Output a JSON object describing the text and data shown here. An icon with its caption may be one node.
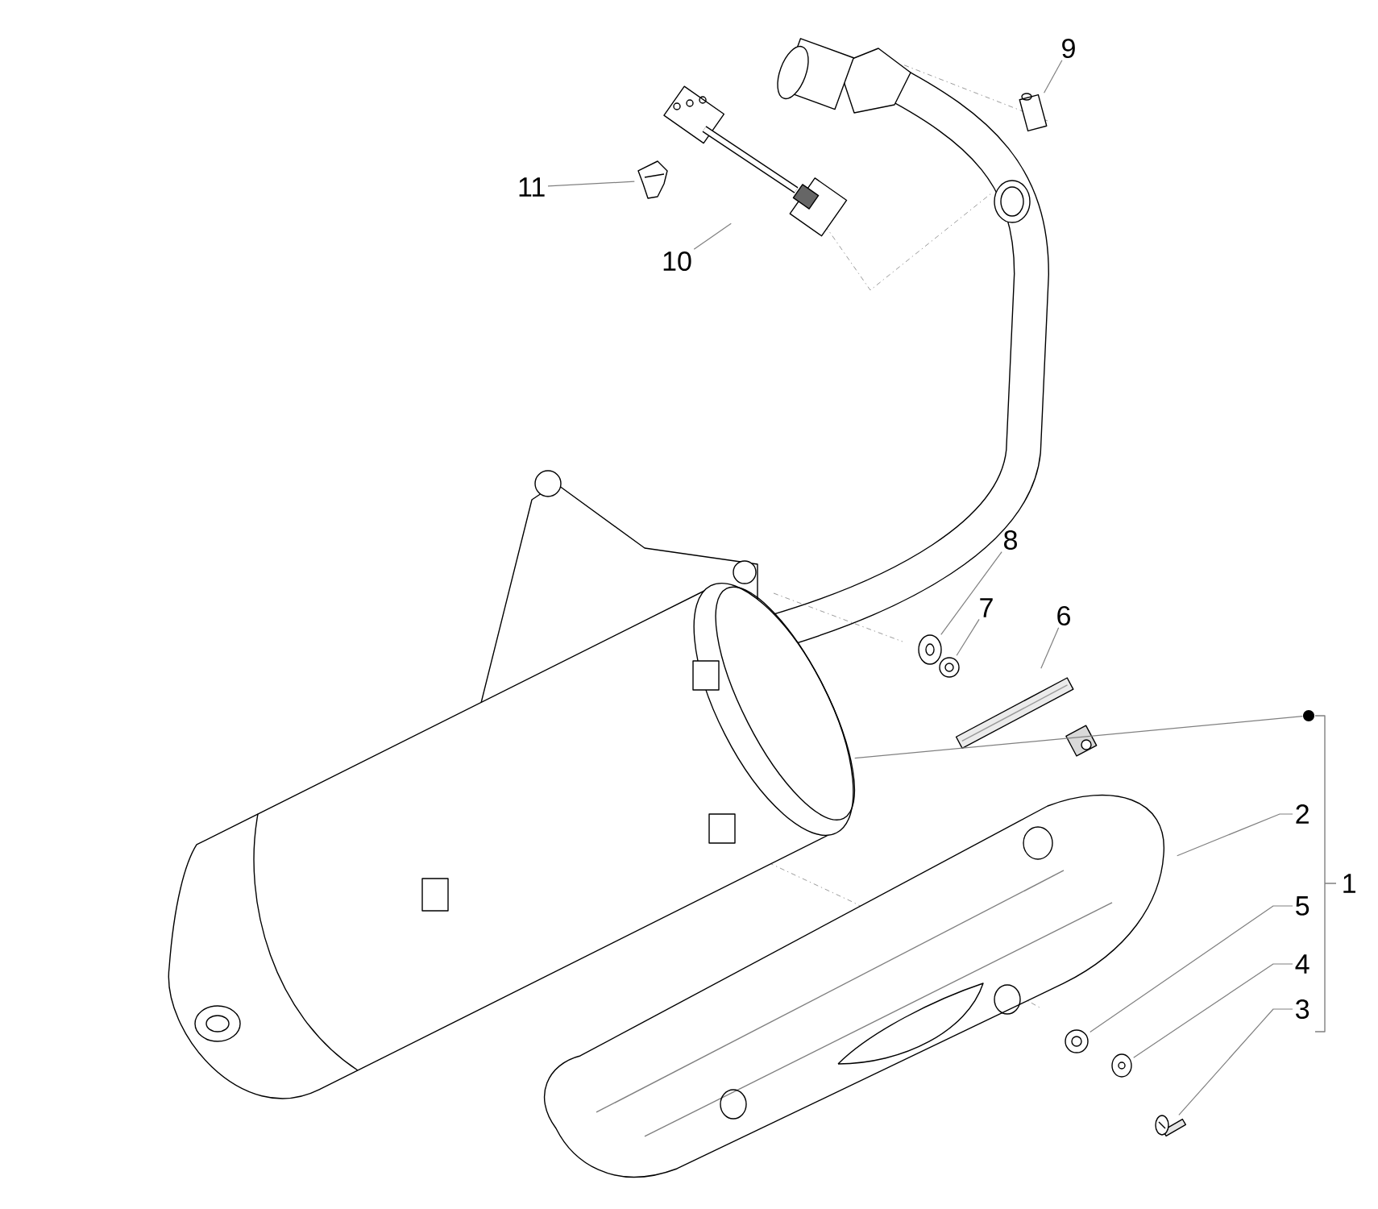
{
  "diagram": {
    "nodes": [
      {
        "text": [
          "11"
        ]
      },
      {
        "text": [],
        "shape": "picture"
      },
      {
        "text": [
          "10"
        ]
      },
      {
        "text": [],
        "shape": "picture"
      },
      {
        "text": [
          "9"
        ]
      },
      {
        "text": [],
        "shape": "picture"
      },
      {
        "text": [
          "8"
        ]
      },
      {
        "text": [],
        "shape": "picture"
      },
      {
        "text": [
          "7"
        ]
      },
      {
        "text": [],
        "shape": "picture"
      },
      {
        "text": [
          "6"
        ]
      },
      {
        "text": [],
        "shape": "picture"
      },
      {
        "text": [],
        "shape": "circle"
      },
      {
        "text": [],
        "shape": "picture"
      },
      {
        "text": [
          "2"
        ]
      },
      {
        "text": [],
        "shape": "picture"
      },
      {
        "text": [
          "1"
        ]
      },
      {
        "text": [
          "5"
        ]
      },
      {
        "text": [],
        "shape": "picture"
      },
      {
        "text": [
          "4"
        ]
      },
      {
        "text": [],
        "shape": "picture"
      },
      {
        "text": [
          "3"
        ]
      },
      {
        "text": [],
        "shape": "picture"
      }
    ],
    "edges": [
      {
        "from": 0,
        "to": 1,
        "arrow": "none"
      },
      {
        "from": 2,
        "to": 3,
        "arrow": "none"
      },
      {
        "from": 4,
        "to": 5,
        "arrow": "none"
      },
      {
        "from": 6,
        "to": 7,
        "arrow": "none"
      },
      {
        "from": 8,
        "to": 9,
        "arrow": "none"
      },
      {
        "from": 10,
        "to": 11,
        "arrow": "none"
      },
      {
        "from": 12,
        "to": 13,
        "arrow": "none"
      },
      {
        "from": 14,
        "to": 15,
        "arrow": "none"
      },
      {
        "from": 17,
        "to": 18,
        "arrow": "none"
      },
      {
        "from": 19,
        "to": 20,
        "arrow": "none"
      },
      {
        "from": 21,
        "to": 22,
        "arrow": "none"
      }
    ]
  }
}
